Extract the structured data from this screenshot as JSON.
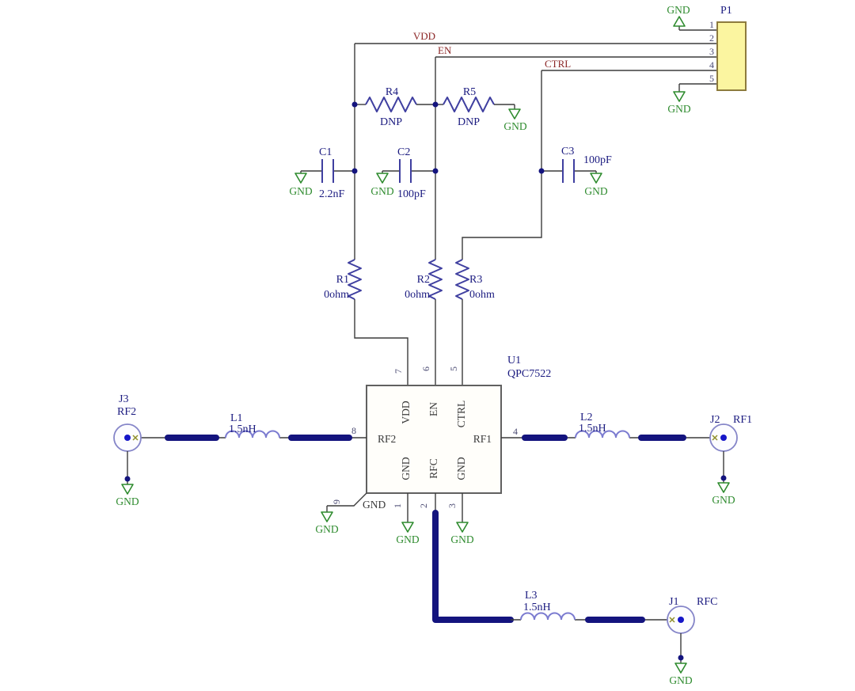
{
  "schematic": {
    "ground_label": "GND",
    "nets": {
      "vdd": "VDD",
      "en": "EN",
      "ctrl": "CTRL"
    },
    "p1": {
      "refdes": "P1",
      "pins": [
        "1",
        "2",
        "3",
        "4",
        "5"
      ]
    },
    "u1": {
      "refdes": "U1",
      "part": "QPC7522",
      "pins": {
        "n1": "1",
        "n2": "2",
        "n3": "3",
        "n4": "4",
        "n5": "5",
        "n6": "6",
        "n7": "7",
        "n8": "8",
        "n9": "9"
      },
      "pin_names": {
        "vdd": "VDD",
        "en": "EN",
        "ctrl": "CTRL",
        "rf1": "RF1",
        "rf2": "RF2",
        "rfc": "RFC",
        "gnd": "GND"
      }
    },
    "resistors": {
      "r1": {
        "refdes": "R1",
        "value": "0ohm"
      },
      "r2": {
        "refdes": "R2",
        "value": "0ohm"
      },
      "r3": {
        "refdes": "R3",
        "value": "0ohm"
      },
      "r4": {
        "refdes": "R4",
        "value": "DNP"
      },
      "r5": {
        "refdes": "R5",
        "value": "DNP"
      }
    },
    "capacitors": {
      "c1": {
        "refdes": "C1",
        "value": "2.2nF"
      },
      "c2": {
        "refdes": "C2",
        "value": "100pF"
      },
      "c3": {
        "refdes": "C3",
        "value": "100pF"
      }
    },
    "inductors": {
      "l1": {
        "refdes": "L1",
        "value": "1.5nH"
      },
      "l2": {
        "refdes": "L2",
        "value": "1.5nH"
      },
      "l3": {
        "refdes": "L3",
        "value": "1.5nH"
      }
    },
    "connectors": {
      "j1": {
        "refdes": "J1",
        "net": "RFC"
      },
      "j2": {
        "refdes": "J2",
        "net": "RF1"
      },
      "j3": {
        "refdes": "J3",
        "net": "RF2"
      }
    }
  }
}
